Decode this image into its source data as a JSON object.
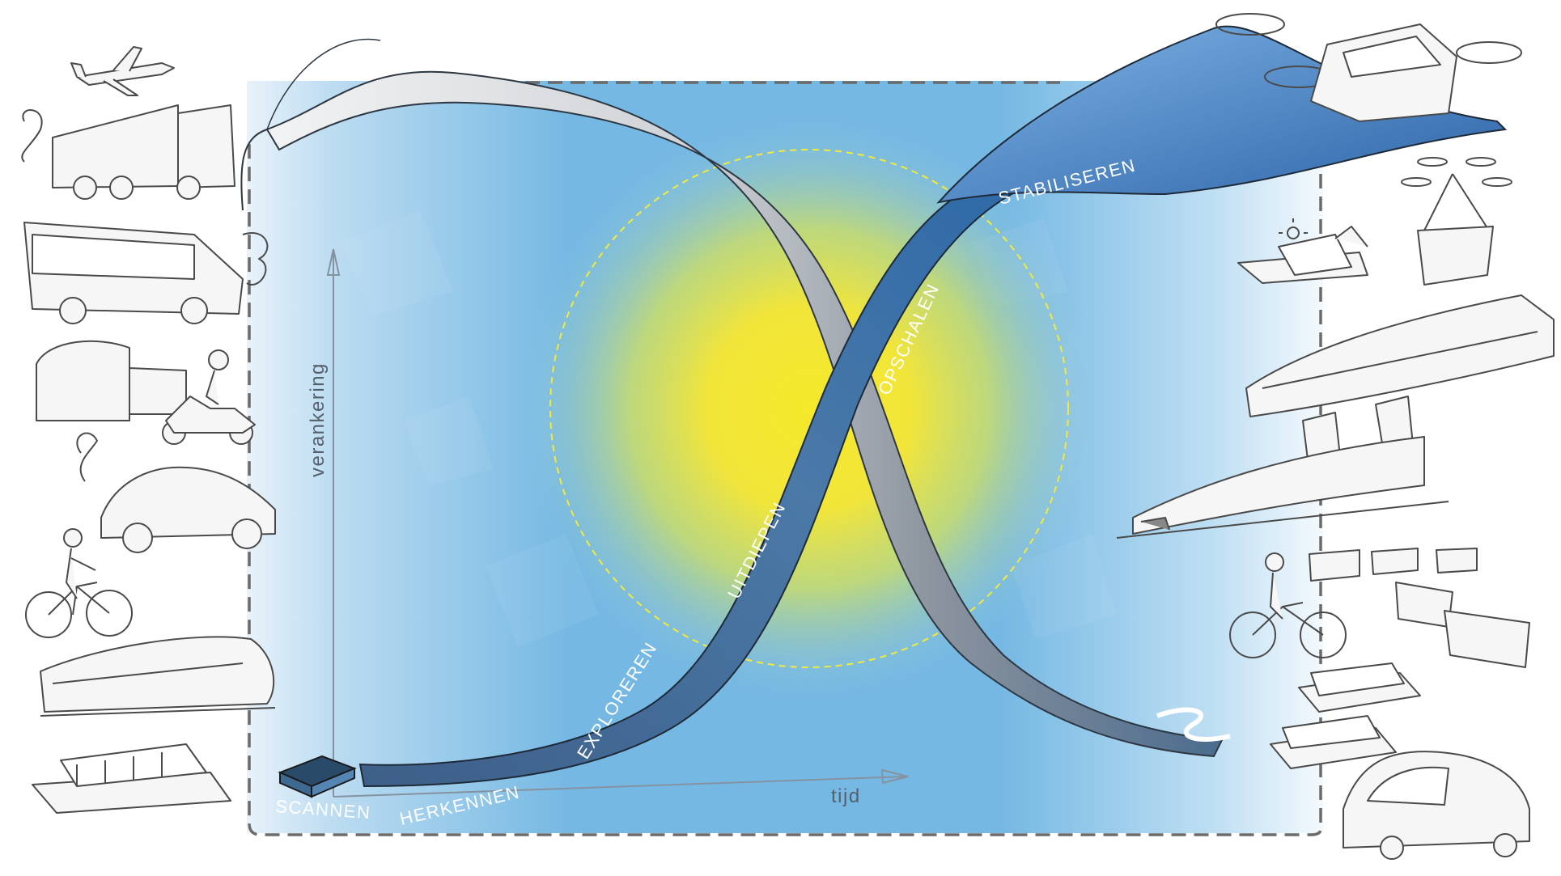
{
  "diagram": {
    "axes": {
      "y_label": "verankering",
      "x_label": "tijd"
    },
    "phases": [
      {
        "id": "scannen",
        "label": "SCANNEN"
      },
      {
        "id": "herkennen",
        "label": "HERKENNEN"
      },
      {
        "id": "exploreren",
        "label": "EXPLOREREN"
      },
      {
        "id": "uitdiepen",
        "label": "UITDIEPEN"
      },
      {
        "id": "opschalen",
        "label": "OPSCHALEN"
      },
      {
        "id": "stabiliseren",
        "label": "STABILISEREN"
      }
    ],
    "old_regime_vehicles": [
      "airplane-icon",
      "truck-icon",
      "bus-icon",
      "moped-icon",
      "car-icon",
      "bicycle-icon",
      "train-icon",
      "barge-icon"
    ],
    "new_regime_vehicles": [
      "air-taxi-icon",
      "cargo-drone-icon",
      "solar-plane-icon",
      "hyperloop-icon",
      "high-speed-train-icon",
      "bicycle-icon",
      "autonomous-pod-icon",
      "electric-barge-icon",
      "robot-car-icon"
    ],
    "colors": {
      "background_blue": "#6fb4e0",
      "core_yellow": "#f3e52c",
      "ribbon_old": "#c9ccd2",
      "ribbon_new": "#2f5f95",
      "dashed_frame": "#6b6b6b",
      "label_white": "#ffffff"
    }
  }
}
